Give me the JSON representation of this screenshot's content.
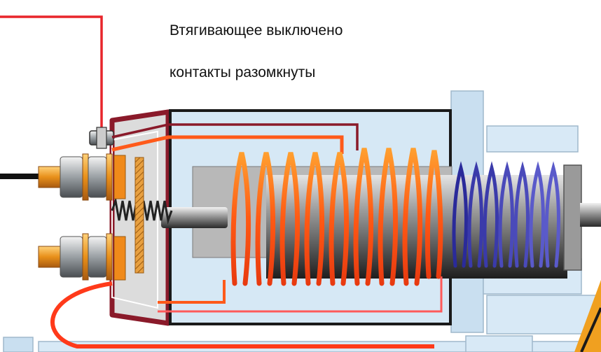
{
  "captions": {
    "line1": "Втягивающее выключено",
    "line2": "контакты разомкнуты"
  },
  "colors": {
    "housing_fill": "#d6e8f5",
    "housing_stroke": "#1a1a1a",
    "panel_fill": "#c9dff0",
    "cover_edge": "#8a1a2a",
    "wire_red": "#e8262b",
    "winding_orange": "#ff6a1a",
    "return_spring": "#2a2a9a",
    "brass": "#e89a1a"
  },
  "state": {
    "retractor": "off",
    "contacts": "open"
  }
}
